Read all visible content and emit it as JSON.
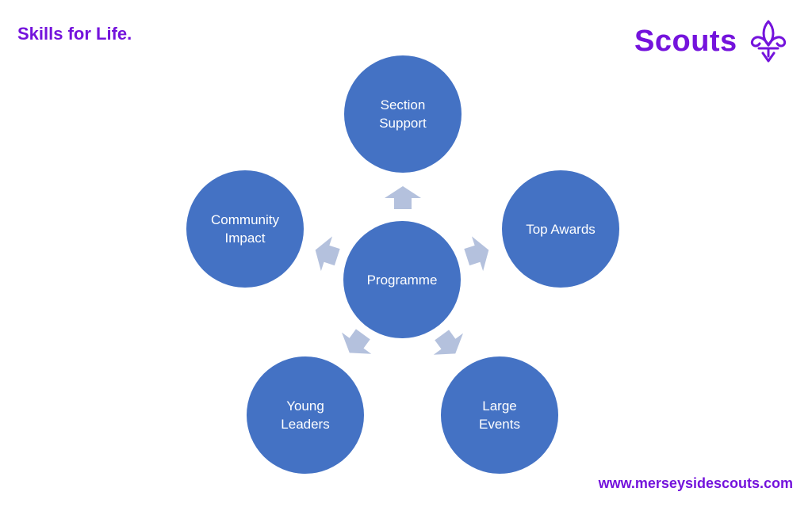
{
  "header": {
    "tagline": "Skills for Life.",
    "brand_name": "Scouts",
    "logo_icon": "fleur-de-lis-icon"
  },
  "diagram": {
    "center": "Programme",
    "nodes": [
      {
        "id": "section-support",
        "label": "Section\nSupport"
      },
      {
        "id": "top-awards",
        "label": "Top Awards"
      },
      {
        "id": "large-events",
        "label": "Large\nEvents"
      },
      {
        "id": "young-leaders",
        "label": "Young\nLeaders"
      },
      {
        "id": "community-impact",
        "label": "Community\nImpact"
      }
    ]
  },
  "footer": {
    "url": "www.merseysidescouts.com"
  },
  "colors": {
    "circle": "#4472c4",
    "arrow": "#b4c1dd",
    "brand": "#7413dc"
  }
}
